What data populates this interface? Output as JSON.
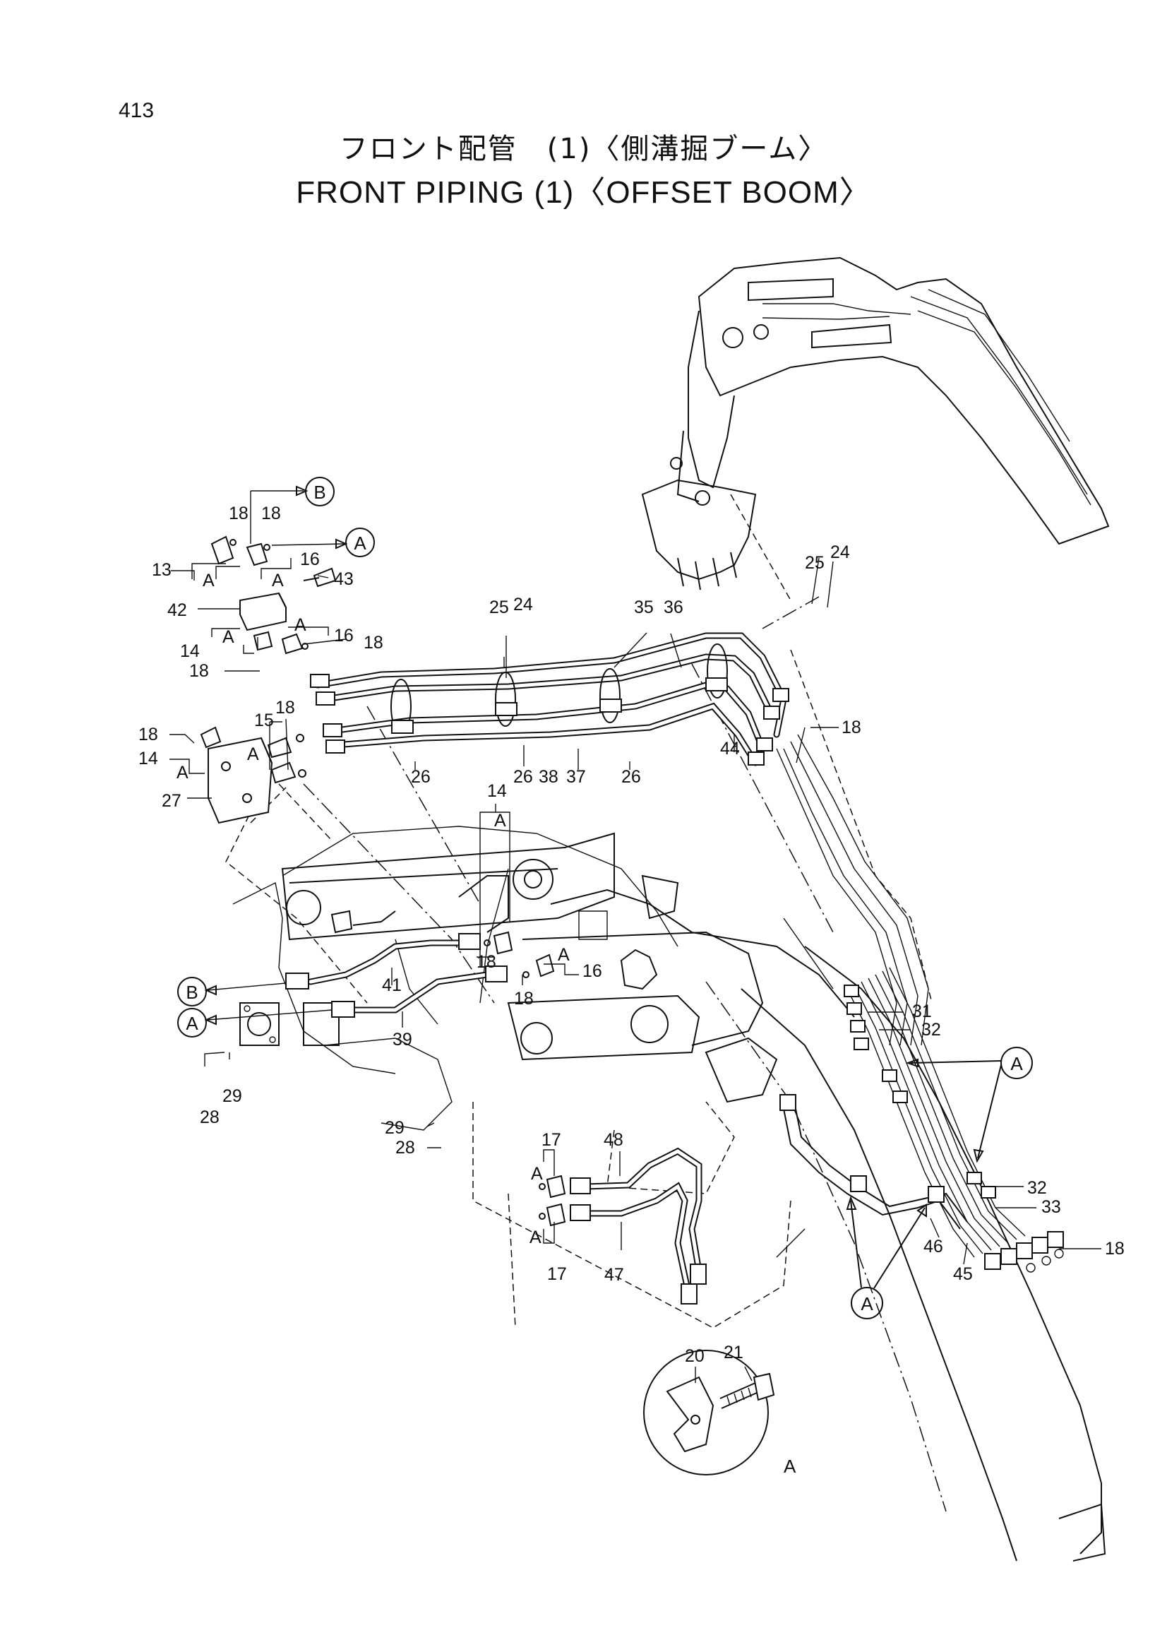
{
  "page_number": "413",
  "title_jp": "フロント配管　(1)〈側溝掘ブーム〉",
  "title_en": "FRONT PIPING (1)〈OFFSET  BOOM〉",
  "circle_labels": {
    "a": "A",
    "b": "B"
  },
  "detail_label": "A",
  "callouts": {
    "c13": "13",
    "c14": "14",
    "c15": "15",
    "c16": "16",
    "c17": "17",
    "c18": "18",
    "c20": "20",
    "c21": "21",
    "c24": "24",
    "c25": "25",
    "c26": "26",
    "c27": "27",
    "c28": "28",
    "c29": "29",
    "c31": "31",
    "c32": "32",
    "c33": "33",
    "c35": "35",
    "c36": "36",
    "c37": "37",
    "c38": "38",
    "c39": "39",
    "c41": "41",
    "c42": "42",
    "c43": "43",
    "c44": "44",
    "c45": "45",
    "c46": "46",
    "c47": "47",
    "c48": "48"
  }
}
